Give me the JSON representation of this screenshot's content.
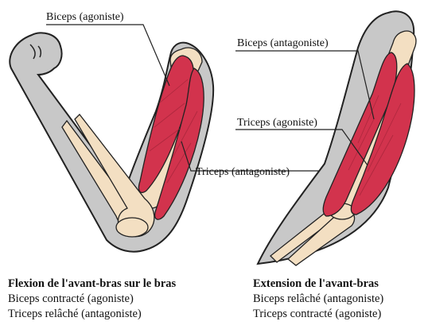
{
  "left_panel": {
    "labels": {
      "biceps": "Biceps (agoniste)",
      "triceps": "Triceps (antagoniste)"
    },
    "caption": {
      "title": "Flexion de l'avant-bras sur le bras",
      "line1": "Biceps contracté (agoniste)",
      "line2": "Triceps relâché (antagoniste)"
    }
  },
  "right_panel": {
    "labels": {
      "biceps": "Biceps (antagoniste)",
      "triceps": "Triceps (agoniste)"
    },
    "caption": {
      "title": "Extension de l'avant-bras",
      "line1": "Biceps relâché (antagoniste)",
      "line2": "Triceps contracté (agoniste)"
    }
  },
  "colors": {
    "skin": "#c8c8c8",
    "bone": "#f3dfc2",
    "muscle": "#d2334d",
    "outline": "#222222"
  }
}
